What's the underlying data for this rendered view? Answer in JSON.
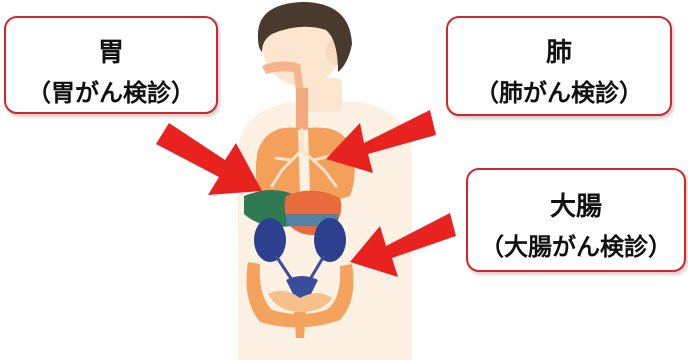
{
  "callouts": {
    "stomach": {
      "organ": "胃",
      "exam": "（胃がん検診）"
    },
    "lung": {
      "organ": "肺",
      "exam": "（肺がん検診）"
    },
    "colon": {
      "organ": "大腸",
      "exam": "（大腸がん検診）"
    }
  },
  "colors": {
    "callout_border": "#d2262c",
    "arrow": "#e8231f",
    "skin": "#fde6cf",
    "hair": "#4a3a2e",
    "lung": "#f5a05a",
    "stomach": "#e96a3a",
    "kidney": "#2d3f8f",
    "intestine": "#f3a35c"
  },
  "illustration": {
    "subject": "child-torso-with-internal-organs"
  }
}
